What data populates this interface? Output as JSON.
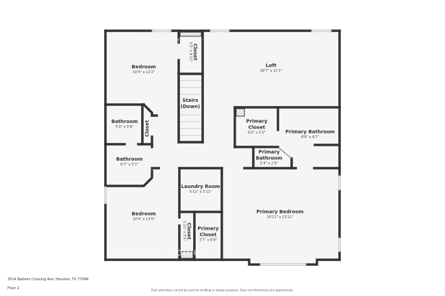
{
  "floorplan": {
    "address": "3514 Barkers Crossing Ave, Houston, TX 77084",
    "floor": "Floor 2",
    "disclaimer": "Floor plans/tour cannot be used for building or design purposes. Sizes and dimensions are approximate.",
    "watermark": "invitation homes",
    "colors": {
      "wall": "#333333",
      "floor": "#f5f5f5",
      "window": "#e6e6e6",
      "background": "#ffffff"
    },
    "rooms": [
      {
        "id": "bedroom-1",
        "name": "Bedroom",
        "dims": "10'4\" x 12'2\""
      },
      {
        "id": "closet-1",
        "name": "Closet",
        "dims": "3'2\" x 4'11\""
      },
      {
        "id": "loft",
        "name": "Loft",
        "dims": "19'7\" x 11'1\""
      },
      {
        "id": "stairs",
        "name": "Stairs",
        "name2": "(Down)"
      },
      {
        "id": "bathroom-1",
        "name": "Bathroom",
        "dims": "5'0\" x 5'6\""
      },
      {
        "id": "closet-2",
        "name": "Closet"
      },
      {
        "id": "bathroom-2",
        "name": "Bathroom",
        "dims": "6'7\" x 5'1\""
      },
      {
        "id": "primary-closet-1",
        "name": "Primary",
        "name2": "Closet",
        "dims": "6'0\" x 5'5\""
      },
      {
        "id": "primary-bathroom-1",
        "name": "Primary Bathroom",
        "dims": "8'6\" x 8'7\""
      },
      {
        "id": "primary-bathroom-2",
        "name": "Primary",
        "name2": "Bathroom",
        "dims": "5'4\" x 2'9\""
      },
      {
        "id": "laundry",
        "name": "Laundry Room",
        "dims": "5'11\" x 5'11\""
      },
      {
        "id": "bedroom-2",
        "name": "Bedroom",
        "dims": "10'4\" x 13'0\""
      },
      {
        "id": "closet-3",
        "name": "Closet",
        "dims": "1'11\" x 5'5\""
      },
      {
        "id": "primary-closet-2",
        "name": "Primary",
        "name2": "Closet",
        "dims": "3'7\" x 6'8\""
      },
      {
        "id": "primary-bedroom",
        "name": "Primary Bedroom",
        "dims": "16'11\" x 13'11\""
      }
    ]
  }
}
